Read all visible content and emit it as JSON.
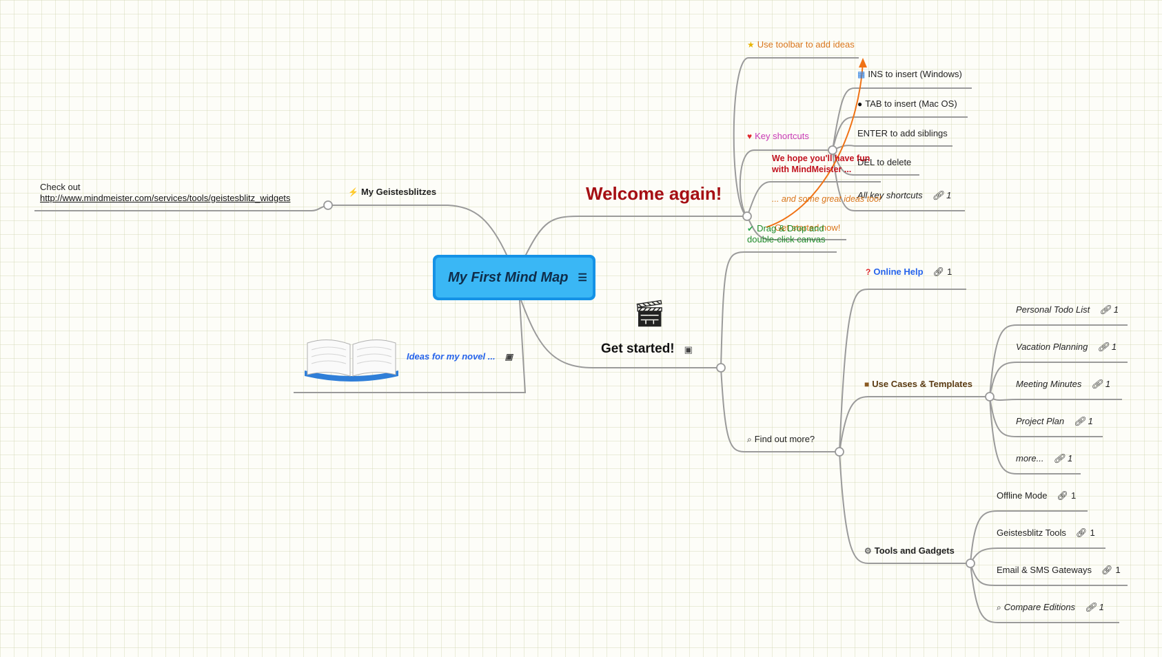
{
  "colors": {
    "connector": "#9a9a9a",
    "root_fill": "#3ab7f5",
    "root_border": "#1592e6",
    "welcome": "#a50f14",
    "orange": "#d9751a",
    "pink": "#c93ab6",
    "green": "#1e8a2a",
    "red": "#c1121f",
    "blue": "#2563eb",
    "brown": "#5a3a12",
    "arrow": "#f07214"
  },
  "root": {
    "title": "My First Mind Map",
    "icon": "note-icon"
  },
  "left": {
    "geistesblitzes": {
      "icon": "lightning-icon",
      "label": "My Geistesblitzes"
    },
    "checkout": {
      "line1": "Check out",
      "link": "http://www.mindmeister.com/services/tools/geistesblitz_widgets"
    },
    "novel": {
      "label": "Ideas for my novel ...",
      "icon": "book-icon"
    }
  },
  "welcome": {
    "title": "Welcome again!"
  },
  "top_branch": {
    "toolbar": {
      "icon": "star-icon",
      "label": "Use toolbar to add ideas"
    },
    "key_shortcuts": {
      "icon": "heart-icon",
      "label": "Key shortcuts"
    },
    "shortcuts": [
      {
        "icon": "windows-icon",
        "label": "INS to insert (Windows)"
      },
      {
        "icon": "apple-icon",
        "label": "TAB to insert (Mac OS)"
      },
      {
        "icon": "",
        "label": "ENTER to add siblings"
      },
      {
        "icon": "",
        "label": "DEL to delete"
      },
      {
        "icon": "",
        "label": "All key shortcuts",
        "count": "1"
      }
    ],
    "hope": {
      "line1": "We hope you'll have fun",
      "line2": "with MindMeister ..."
    },
    "great_ideas": "... and some great ideas too!",
    "drag": {
      "icon": "check-icon",
      "line1": "Drag & Drop and",
      "line2": "double-click canvas"
    },
    "start_now": "Get started now!"
  },
  "get_started": {
    "title": "Get started!",
    "icon": "clapperboard-icon"
  },
  "find_out": {
    "label": "Find out more?",
    "icon": "magnifier-icon",
    "online_help": {
      "icon": "question-icon",
      "label": "Online Help",
      "count": "1"
    },
    "use_cases": {
      "icon": "briefcase-icon",
      "label": "Use Cases & Templates",
      "items": [
        {
          "label": "Personal Todo List",
          "count": "1"
        },
        {
          "label": "Vacation Planning",
          "count": "1"
        },
        {
          "label": "Meeting Minutes",
          "count": "1"
        },
        {
          "label": "Project Plan",
          "count": "1"
        },
        {
          "label": "more...",
          "count": "1"
        }
      ]
    },
    "tools": {
      "icon": "gear-icon",
      "label": "Tools and Gadgets",
      "items": [
        {
          "label": "Offline Mode",
          "count": "1",
          "italic": false
        },
        {
          "label": "Geistesblitz Tools",
          "count": "1",
          "italic": false
        },
        {
          "label": "Email & SMS Gateways",
          "count": "1",
          "italic": false
        },
        {
          "label": "Compare Editions",
          "count": "1",
          "italic": true
        }
      ]
    }
  }
}
